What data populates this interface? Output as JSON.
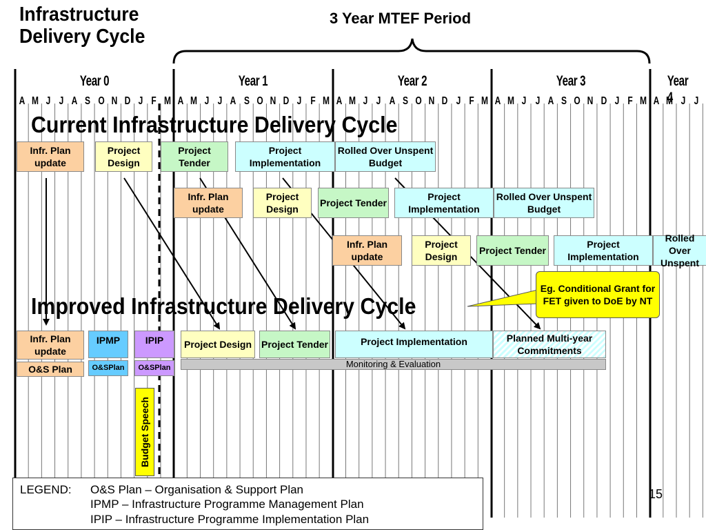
{
  "title": "Infrastructure Delivery Cycle",
  "title_line1": "Infrastructure",
  "title_line2": "Delivery Cycle",
  "mtef_label": "3 Year MTEF Period",
  "years": [
    "Year 0",
    "Year 1",
    "Year 2",
    "Year 3",
    "Year 4"
  ],
  "months": [
    "A",
    "M",
    "J",
    "J",
    "A",
    "S",
    "O",
    "N",
    "D",
    "J",
    "F",
    "M",
    "A",
    "M",
    "J",
    "J",
    "A",
    "S",
    "O",
    "N",
    "D",
    "J",
    "F",
    "M",
    "A",
    "M",
    "J",
    "J",
    "A",
    "S",
    "O",
    "N",
    "D",
    "J",
    "F",
    "M",
    "A",
    "M",
    "J",
    "J",
    "A",
    "S",
    "O",
    "N",
    "D",
    "J",
    "F",
    "M",
    "A",
    "M",
    "J",
    "J"
  ],
  "current_title": "Current Infrastructure Delivery Cycle",
  "improved_title": "Improved Infrastructure Delivery Cycle",
  "current_rows": [
    [
      "Infr. Plan update",
      "Project Design",
      "Project Tender",
      "Project Implementation",
      "Rolled Over Unspent Budget"
    ],
    [
      "Infr. Plan update",
      "Project Design",
      "Project Tender",
      "Project Implementation",
      "Rolled Over Unspent Budget"
    ],
    [
      "Infr. Plan update",
      "Project Design",
      "Project Tender",
      "Project Implementation",
      "Rolled Over Unspent"
    ]
  ],
  "callout": "Eg. Conditional Grant for FET given to DoE by NT",
  "improved": {
    "infr_plan": "Infr. Plan update",
    "os_plan": "O&S Plan",
    "ipmp": "IPMP",
    "ipip": "IPIP",
    "osplan_small_1": "O&SPlan",
    "osplan_small_2": "O&SPlan",
    "design": "Project Design",
    "tender": "Project Tender",
    "implementation": "Project Implementation",
    "commitments": "Planned Multi-year Commitments",
    "monitoring": "Monitoring & Evaluation",
    "budget_speech": "Budget Speech"
  },
  "legend": {
    "label": "LEGEND:",
    "items": [
      "O&S Plan – Organisation & Support Plan",
      "IPMP – Infrastructure Programme Management Plan",
      "IPIP – Infrastructure Programme Implementation Plan"
    ]
  },
  "page_number": "15"
}
